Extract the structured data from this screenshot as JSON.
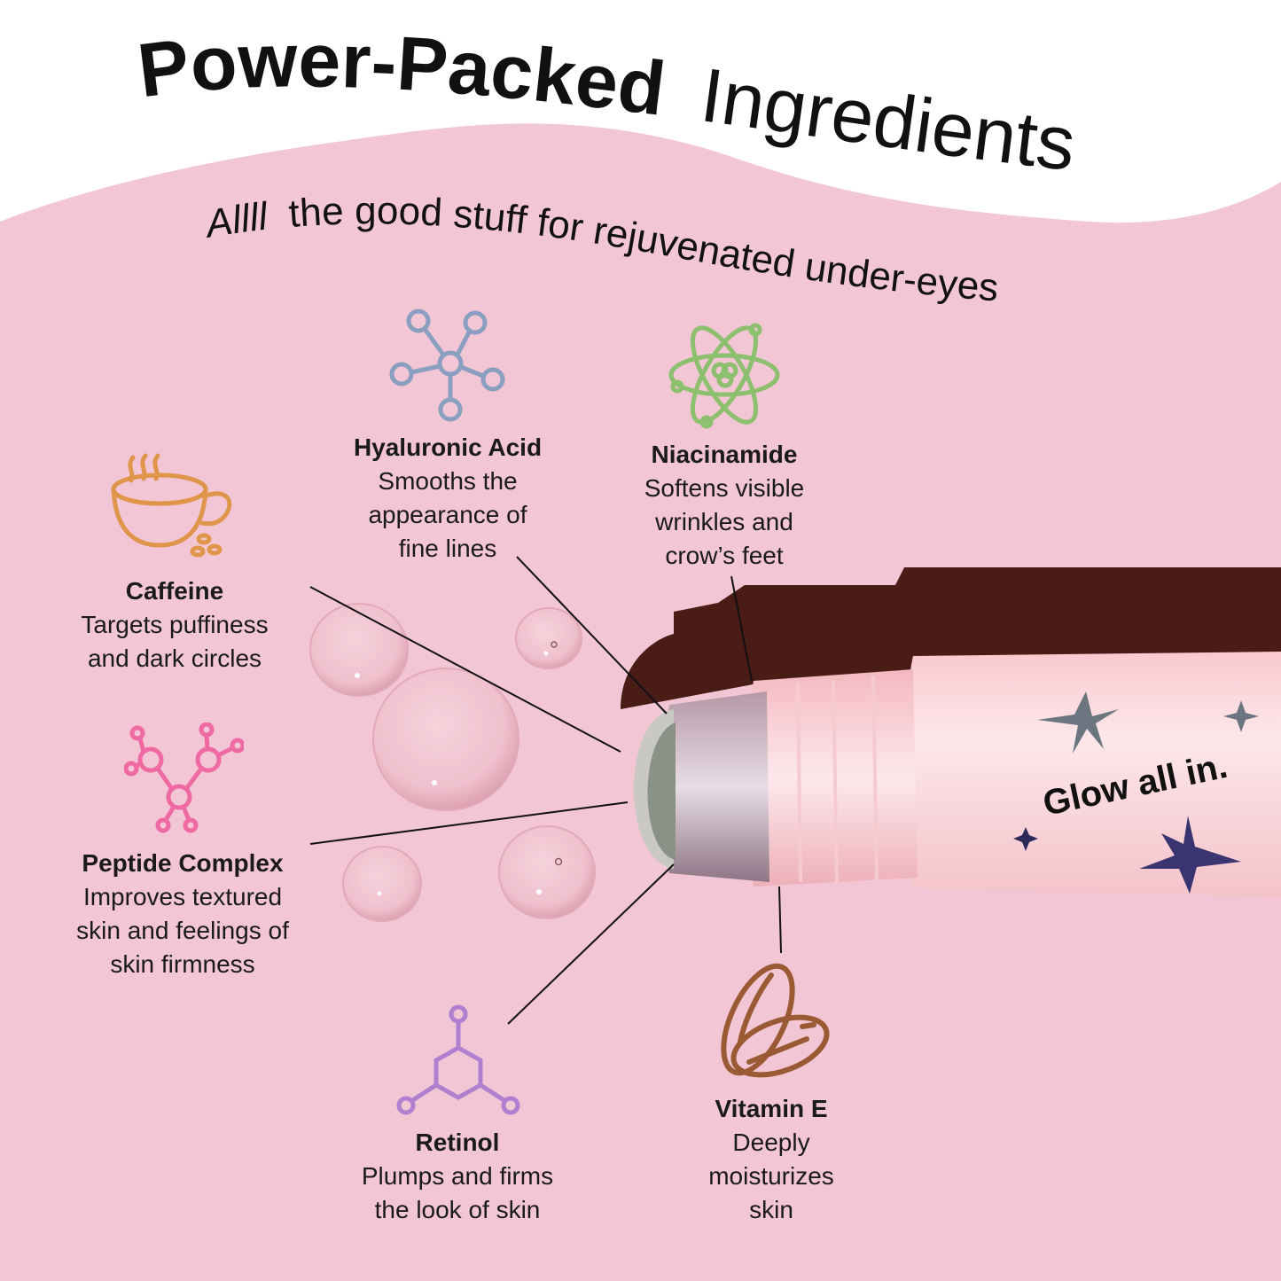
{
  "header": {
    "title_bold": "Power-Packed",
    "title_light": "Ingredients",
    "subtitle_italic": "Allll",
    "subtitle_rest": "the good stuff for rejuvenated under-eyes"
  },
  "colors": {
    "background_pink": "#f2c6d4",
    "wave_white": "#ffffff",
    "text": "#111111",
    "caffeine_icon": "#e0964a",
    "hyaluronic_icon": "#8a9fbf",
    "niacinamide_icon": "#8cbf6e",
    "peptide_icon": "#ef6aa3",
    "retinol_icon": "#b07fd0",
    "vitamin_e_icon": "#9a5a34",
    "bottle_shadow": "#4a1c16",
    "bottle_body": "#fbe2e6"
  },
  "product": {
    "label": "Glow all in."
  },
  "ingredients": [
    {
      "id": "caffeine",
      "name": "Caffeine",
      "description": "Targets puffiness\nand dark circles",
      "icon": "coffee-cup-icon"
    },
    {
      "id": "hyaluronic",
      "name": "Hyaluronic Acid",
      "description": "Smooths the\nappearance of\nfine lines",
      "icon": "molecule-hub-icon"
    },
    {
      "id": "niacinamide",
      "name": "Niacinamide",
      "description": "Softens visible\nwrinkles and\ncrow’s feet",
      "icon": "atom-icon"
    },
    {
      "id": "peptide",
      "name": "Peptide Complex",
      "description": "Improves textured\nskin and feelings of\nskin firmness",
      "icon": "peptide-chain-icon"
    },
    {
      "id": "retinol",
      "name": "Retinol",
      "description": "Plumps and firms\nthe look of skin",
      "icon": "hexagon-molecule-icon"
    },
    {
      "id": "vitamin_e",
      "name": "Vitamin E",
      "description": "Deeply\nmoisturizes\nskin",
      "icon": "softgel-capsules-icon"
    }
  ]
}
